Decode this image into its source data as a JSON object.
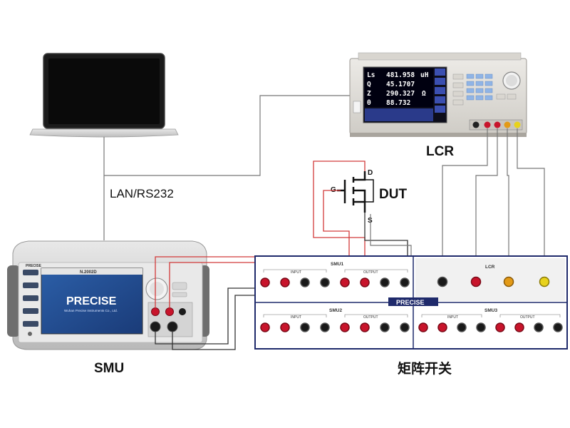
{
  "labels": {
    "lan": "LAN/RS232",
    "lcr": "LCR",
    "dut": "DUT",
    "smu": "SMU",
    "matrix": "矩阵开关",
    "gate": "G",
    "drain": "D",
    "source": "S"
  },
  "lcr_screen": {
    "rows": [
      {
        "param": "Ls",
        "value": "481.958",
        "unit": "uH"
      },
      {
        "param": "Q",
        "value": "45.1707",
        "unit": ""
      },
      {
        "param": "Z",
        "value": "290.327",
        "unit": "Ω"
      },
      {
        "param": "θ",
        "value": "88.732",
        "unit": "°"
      }
    ]
  },
  "smu_device": {
    "brand": "PRECISE",
    "sub": "Wuhan Precise Instruments Co., Ltd.",
    "model": "N.2002D",
    "tag": "PRECISE"
  },
  "matrix": {
    "brand": "PRECISE",
    "panels": [
      {
        "name": "SMU1",
        "input": "INPUT",
        "output": "OUTPUT"
      },
      {
        "name": "SMU2",
        "input": "INPUT",
        "output": "OUTPUT"
      },
      {
        "name": "SMU3",
        "input": "INPUT",
        "output": "OUTPUT"
      },
      {
        "name": "LCR"
      }
    ]
  },
  "colors": {
    "wire_red": "#d23a3a",
    "wire_black": "#333333",
    "wire_gray": "#777777",
    "panel_border": "#1f2a6b",
    "jack_red": "#c8142b",
    "jack_black": "#1a1a1a",
    "jack_orange": "#e39a17",
    "jack_yellow": "#e8d21c"
  }
}
